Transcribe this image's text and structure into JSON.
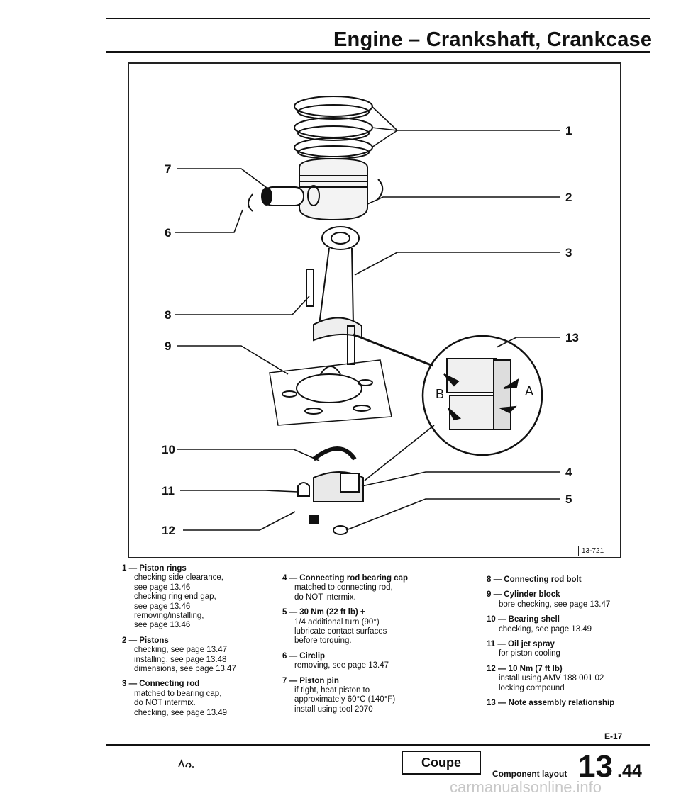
{
  "header": {
    "title": "Engine – Crankshaft, Crankcase"
  },
  "figure": {
    "callouts_left": [
      "7",
      "6",
      "8",
      "9",
      "10",
      "11",
      "12"
    ],
    "callouts_right": [
      "1",
      "2",
      "3",
      "13",
      "4",
      "5"
    ],
    "detail_labels": [
      "A",
      "B"
    ],
    "figure_ref": "13-721"
  },
  "legend": {
    "col1": [
      {
        "head": "1 — Piston rings",
        "lines": [
          "checking side clearance,",
          "see page 13.46",
          "checking ring end gap,",
          "see page 13.46",
          "removing/installing,",
          "see page 13.46"
        ]
      },
      {
        "head": "2 — Pistons",
        "lines": [
          "checking, see page 13.47",
          "installing, see page 13.48",
          "dimensions, see page 13.47"
        ]
      },
      {
        "head": "3 — Connecting rod",
        "lines": [
          "matched to bearing cap,",
          "do NOT intermix.",
          "checking, see page 13.49"
        ]
      }
    ],
    "col2": [
      {
        "head": "4 — Connecting rod bearing cap",
        "lines": [
          "matched to connecting rod,",
          "do NOT intermix."
        ]
      },
      {
        "head": "5 — 30 Nm (22 ft lb) +",
        "lines": [
          "1/4 additional turn (90°)",
          "lubricate contact surfaces",
          "before torquing."
        ]
      },
      {
        "head": "6 — Circlip",
        "lines": [
          "removing, see page 13.47"
        ]
      },
      {
        "head": "7 — Piston pin",
        "lines": [
          "if tight, heat piston to",
          "approximately 60°C (140°F)",
          "install using tool 2070"
        ]
      }
    ],
    "col3": [
      {
        "head": "8 — Connecting rod bolt",
        "lines": []
      },
      {
        "head": "9 — Cylinder block",
        "lines": [
          "bore checking, see page 13.47"
        ]
      },
      {
        "head": "10 — Bearing shell",
        "lines": [
          "checking, see page 13.49"
        ]
      },
      {
        "head": "11 — Oil jet spray",
        "lines": [
          "for piston cooling"
        ]
      },
      {
        "head": "12 — 10 Nm (7 ft lb)",
        "lines": [
          "install using AMV 188 001 02",
          "locking compound"
        ]
      },
      {
        "head": "13 — Note assembly relationship",
        "lines": []
      }
    ]
  },
  "footer": {
    "page_code": "E-17",
    "model": "Coupe",
    "section_label": "Component layout",
    "section_major": "13",
    "section_minor": ".44",
    "watermark": "carmanualsonline.info"
  }
}
